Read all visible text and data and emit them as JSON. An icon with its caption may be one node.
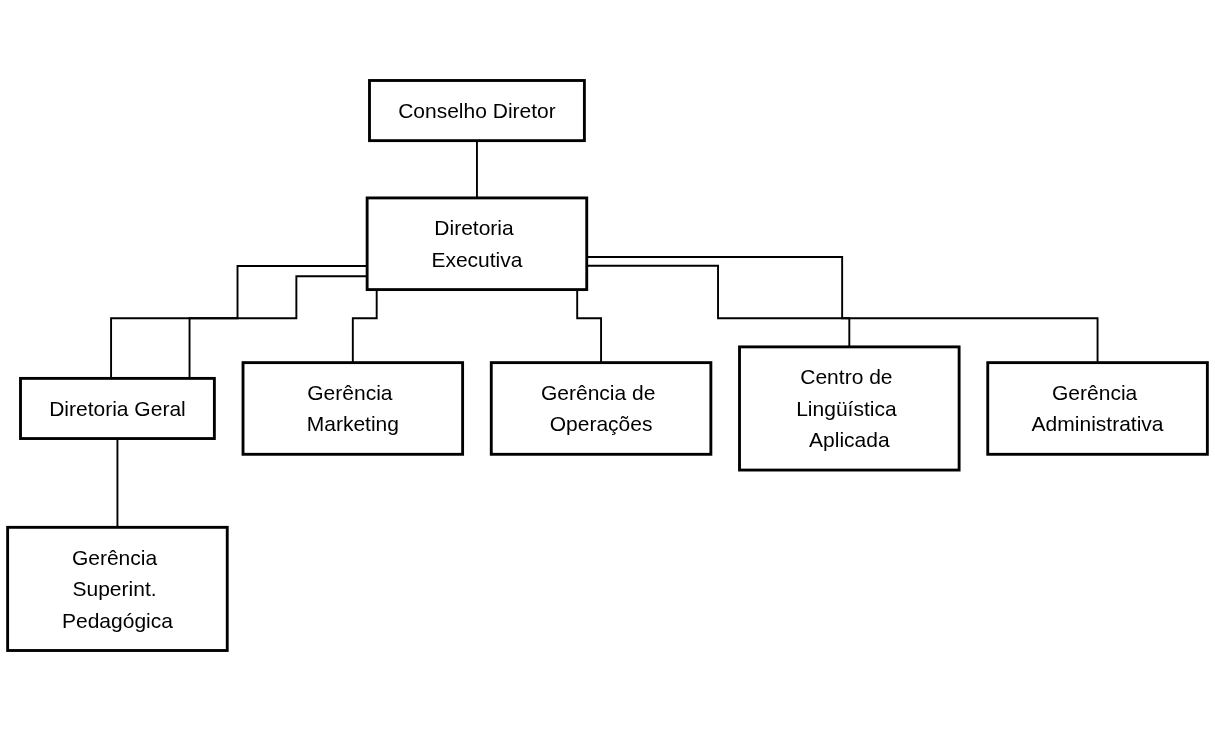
{
  "diagram": {
    "nodes": [
      {
        "text": [
          "Conselho Diretor"
        ]
      },
      {
        "text": [
          "Diretoria Executiva"
        ]
      },
      {
        "text": [
          "Diretoria Geral"
        ]
      },
      {
        "text": [
          "Gerência Marketing"
        ]
      },
      {
        "text": [
          "Gerência de Operações"
        ]
      },
      {
        "text": [
          "Gerência Superint. Pedagógica"
        ]
      },
      {
        "text": [
          "Centro de Lingüística Aplicada"
        ]
      },
      {
        "text": [
          "Gerência Administrativa"
        ]
      }
    ],
    "edges": [
      {
        "from": 0,
        "to": 1,
        "arrow": "none"
      },
      {
        "from": 1,
        "to": 3,
        "arrow": "none"
      },
      {
        "from": 1,
        "to": 4,
        "arrow": "none"
      },
      {
        "from": 1,
        "to": 2,
        "arrow": "none"
      },
      {
        "from": 1,
        "to": 2,
        "arrow": "none"
      },
      {
        "from": 1,
        "to": 6,
        "arrow": "none"
      },
      {
        "from": 1,
        "to": 7,
        "arrow": "none"
      },
      {
        "from": 2,
        "to": 5,
        "arrow": "none"
      }
    ]
  }
}
